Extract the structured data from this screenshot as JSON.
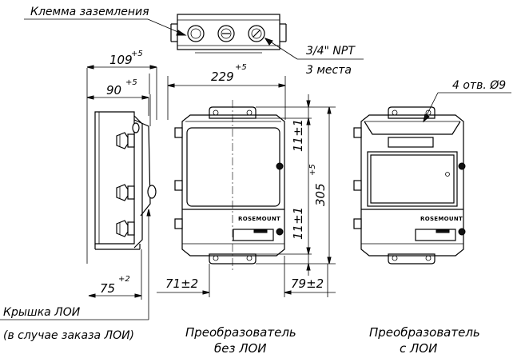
{
  "labels": {
    "ground_terminal": "Клемма заземления",
    "npt": "3/4\" NPT",
    "npt_count": "3 места",
    "holes": "4 отв. Ø9",
    "lcd_cover_line1": "Крышка ЛОИ",
    "lcd_cover_line2": "(в случае заказа ЛОИ)",
    "caption_no_lcd_line1": "Преобразователь",
    "caption_no_lcd_line2": "без ЛОИ",
    "caption_lcd_line1": "Преобразователь",
    "caption_lcd_line2": "с ЛОИ",
    "brand": "ROSEMOUNT"
  },
  "dimensions": {
    "d109": {
      "value": "109",
      "tol": "+5"
    },
    "d90": {
      "value": "90",
      "tol": "+5"
    },
    "d229": {
      "value": "229",
      "tol": "+5"
    },
    "d305": {
      "value": "305",
      "tol": "+5"
    },
    "d11a": "11±1",
    "d11b": "11±1",
    "d75": {
      "value": "75",
      "tol": "+2"
    },
    "d71": "71±2",
    "d79": "79±2"
  }
}
